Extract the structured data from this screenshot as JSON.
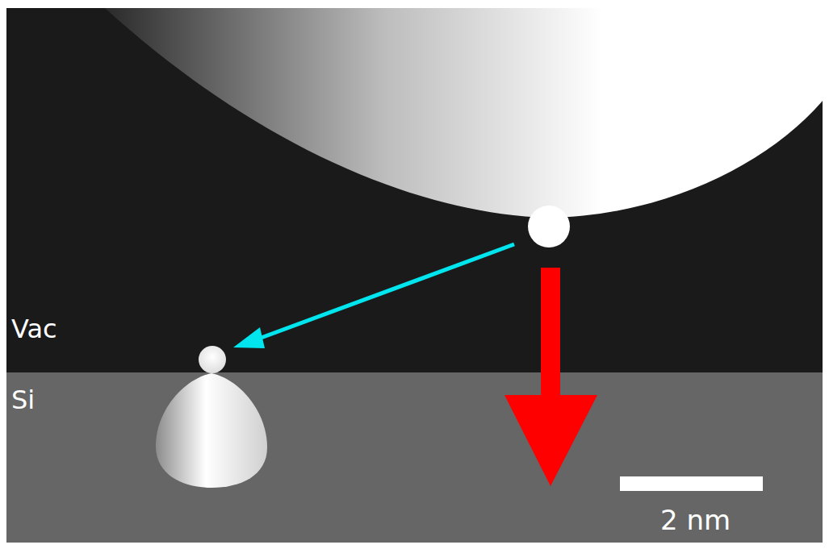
{
  "diagram": {
    "labels": [
      "Vac",
      "Si",
      "2 nm"
    ]
  }
}
